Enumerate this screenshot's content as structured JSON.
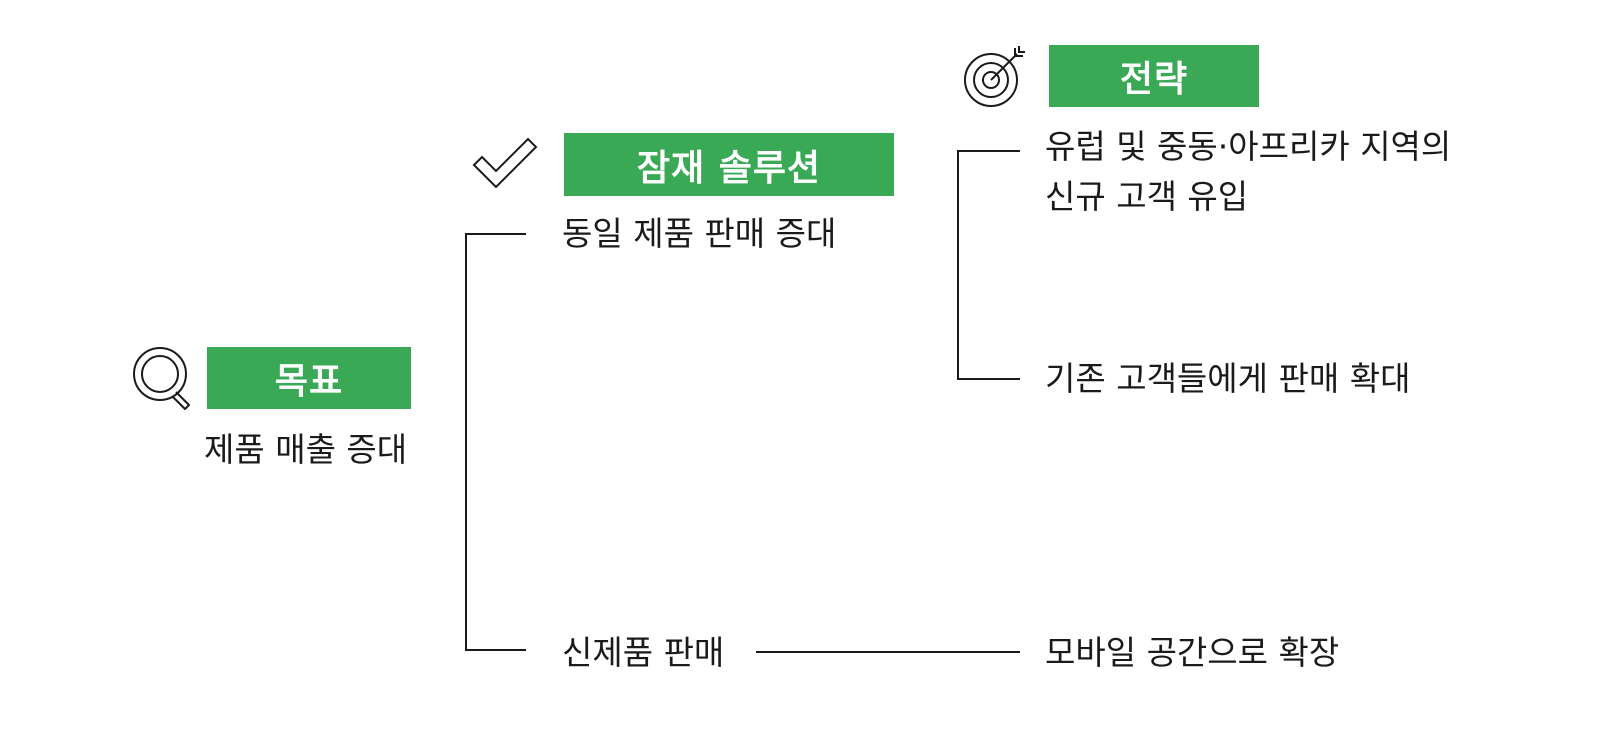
{
  "colors": {
    "accent": "#3aa955",
    "line": "#1a1a1a"
  },
  "goal": {
    "header": "목표",
    "text": "제품 매출 증대",
    "icon": "magnifier-icon"
  },
  "solution": {
    "header": "잠재 솔루션",
    "icon": "checkmark-icon",
    "items": [
      "동일 제품 판매 증대",
      "신제품 판매"
    ]
  },
  "strategy": {
    "header": "전략",
    "icon": "target-icon",
    "items": [
      "유럽 및 중동·아프리카 지역의",
      "신규 고객 유입",
      "기존 고객들에게 판매 확대",
      "모바일 공간으로 확장"
    ]
  }
}
